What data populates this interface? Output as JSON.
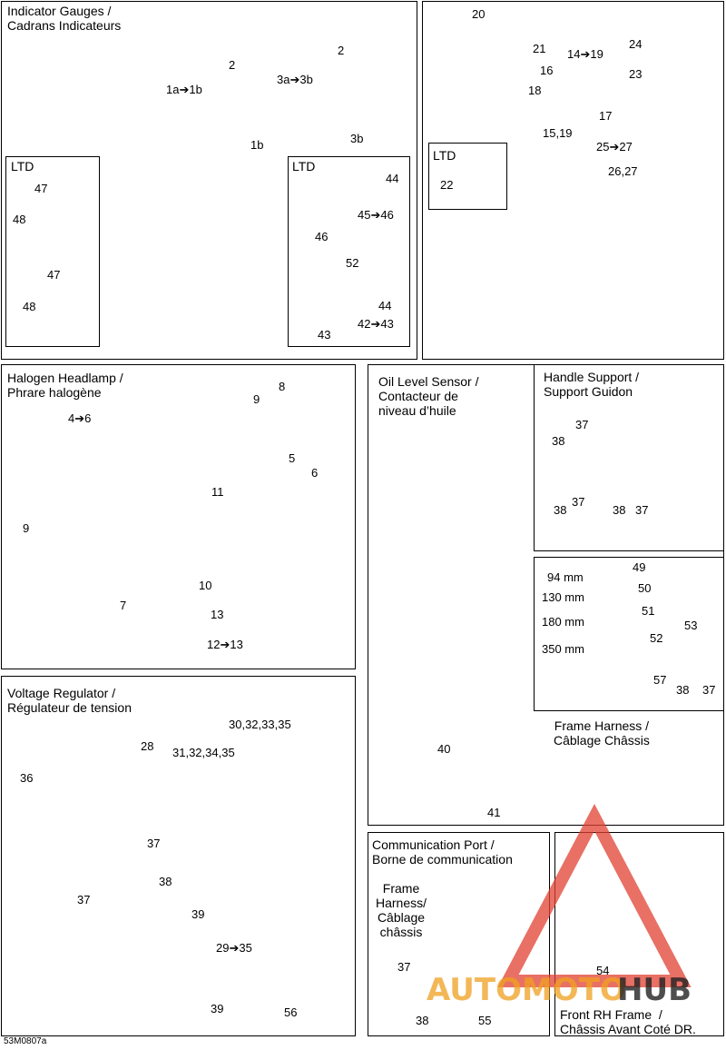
{
  "panels": {
    "gauges": {
      "title": "Indicator Gauges /\nCadrans Indicateurs",
      "ltd_left": "LTD",
      "ltd_right": "LTD"
    },
    "key": {
      "ltd": "LTD"
    },
    "headlamp": {
      "title": "Halogen Headlamp /\nPhrare halogène"
    },
    "oil": {
      "title": "Oil Level Sensor /\nContacteur de\nniveau d’huile",
      "frame_harness": "Frame Harness /\nCâblage Châssis"
    },
    "handle": {
      "title": "Handle Support /\nSupport Guidon"
    },
    "voltage": {
      "title": "Voltage Regulator /\nRégulateur de tension"
    },
    "comm": {
      "title": "Communication Port /\nBorne de communication",
      "frame_harness": "Frame\nHarness/\nCâblage\nchâssis"
    },
    "rhframe": {
      "caption": "Front RH Frame  /\nChâssis Avant Coté DR."
    }
  },
  "callouts": {
    "c_1a": "1a➔1b",
    "c_2a": "2",
    "c_3a": "3a➔3b",
    "c_2b": "2",
    "c_1b": "1b",
    "c_3b": "3b",
    "c_47a": "47",
    "c_48a": "48",
    "c_47b": "47",
    "c_48b": "48",
    "c_44a": "44",
    "c_45": "45➔46",
    "c_46": "46",
    "c_52a": "52",
    "c_44b": "44",
    "c_42": "42➔43",
    "c_43": "43",
    "c_20": "20",
    "c_21": "21",
    "c_16": "16",
    "c_18": "18",
    "c_14": "14➔19",
    "c_17": "17",
    "c_15": "15,19",
    "c_24": "24",
    "c_23": "23",
    "c_25": "25➔27",
    "c_26": "26,27",
    "c_22": "22",
    "c_4": "4➔6",
    "c_8": "8",
    "c_9a": "9",
    "c_5": "5",
    "c_6": "6",
    "c_9b": "9",
    "c_11": "11",
    "c_10": "10",
    "c_7": "7",
    "c_13": "13",
    "c_12": "12➔13",
    "c_37a": "37",
    "c_38a": "38",
    "c_37b": "37",
    "c_38b": "38",
    "c_38c": "38",
    "c_37c": "37",
    "c_94": "94 mm",
    "c_49": "49",
    "c_130": "130 mm",
    "c_50": "50",
    "c_180": "180 mm",
    "c_51": "51",
    "c_350": "350 mm",
    "c_52b": "52",
    "c_53": "53",
    "c_57": "57",
    "c_38d": "38",
    "c_37d": "37",
    "c_40": "40",
    "c_41": "41",
    "c_28": "28",
    "c_36": "36",
    "c_37e": "37",
    "c_38e": "38",
    "c_37f": "37",
    "c_30": "30,32,33,35",
    "c_31": "31,32,34,35",
    "c_39a": "39",
    "c_29": "29➔35",
    "c_39b": "39",
    "c_56": "56",
    "c_37g": "37",
    "c_38g": "38",
    "c_55": "55",
    "c_54": "54"
  },
  "figure_code": "53M0807a",
  "watermark": {
    "text_a": "AUTOMOTO",
    "text_b": "HUB",
    "color_a": "#f0a020",
    "color_b": "#222222",
    "triangle": "#e04030"
  }
}
